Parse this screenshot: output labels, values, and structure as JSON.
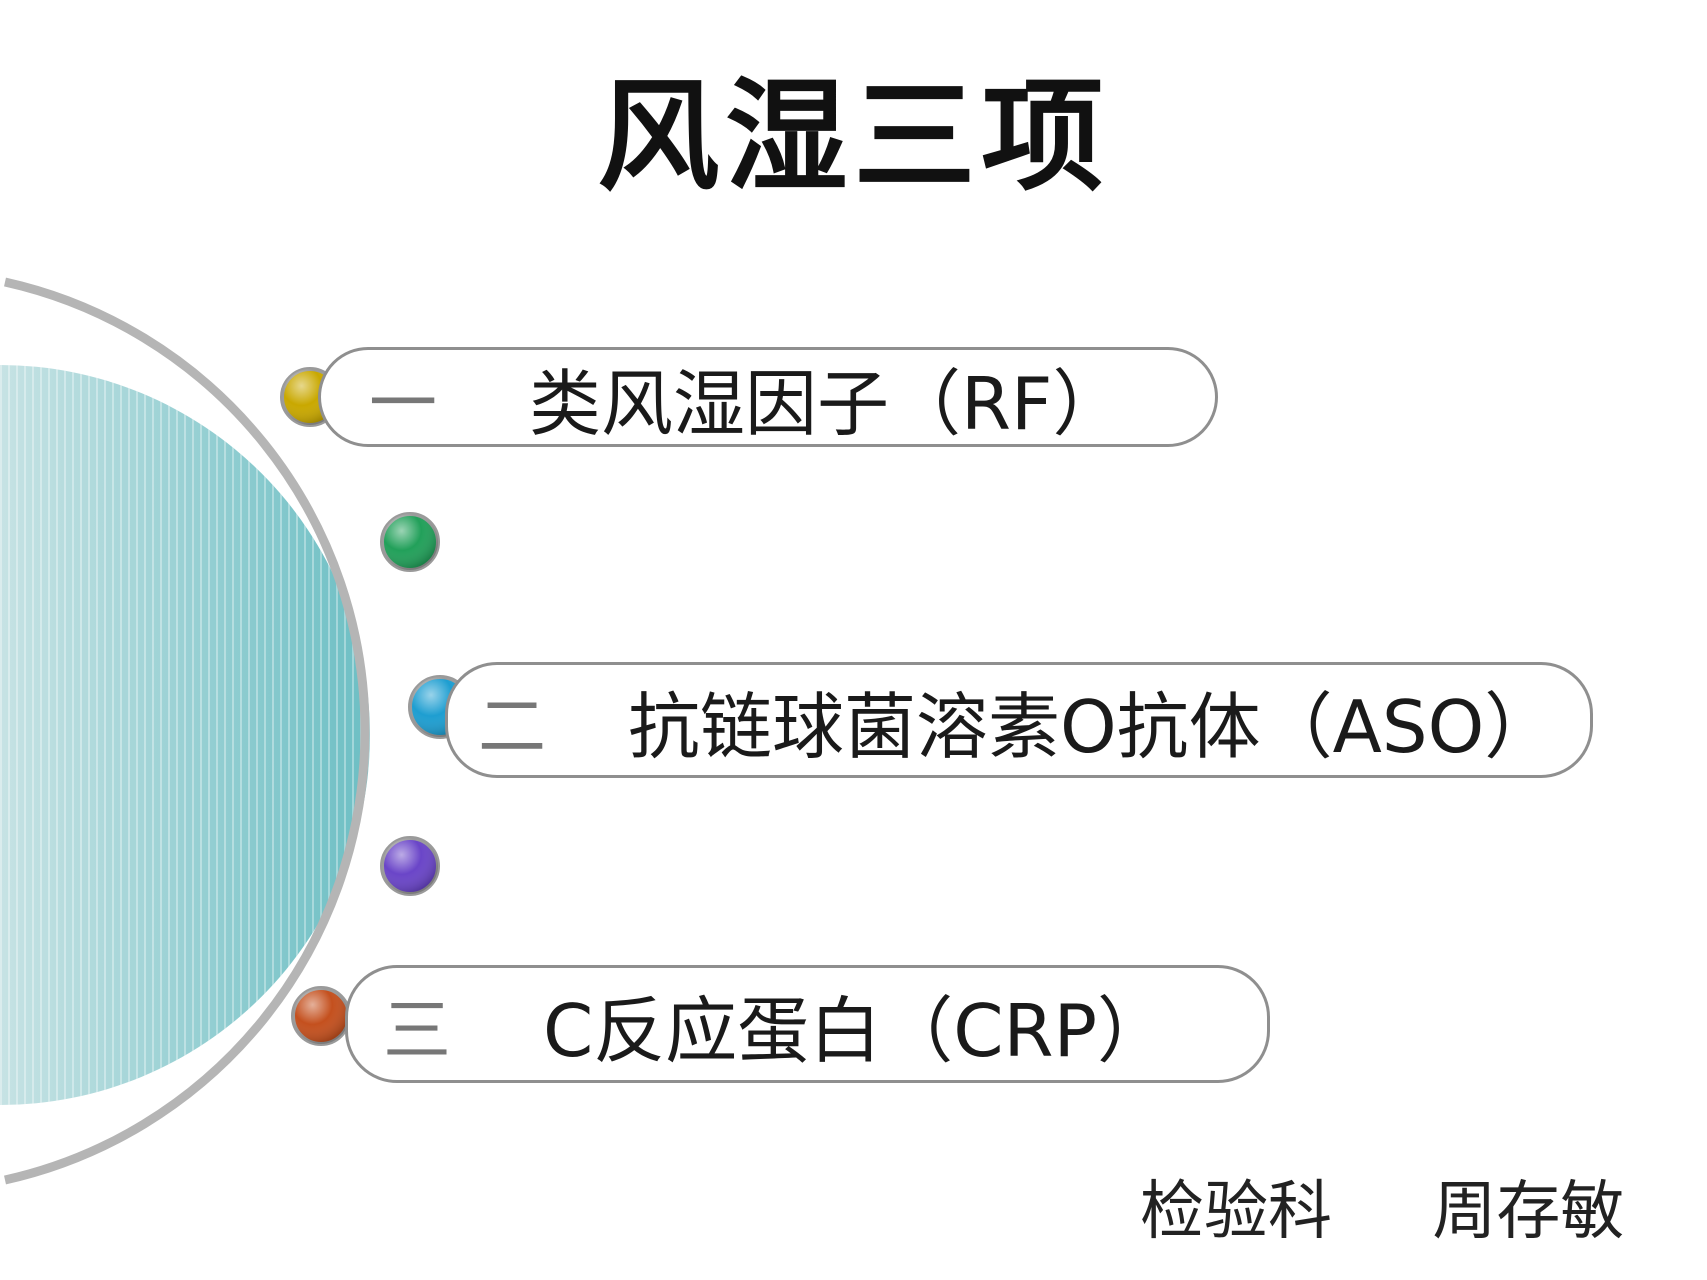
{
  "title": "风湿三项",
  "items": [
    {
      "number": "一",
      "label": "类风湿因子（RF）",
      "dot_color": "#c9a800"
    },
    {
      "number": "二",
      "label": "抗链球菌溶素O抗体（ASO）",
      "dot_color": "#1e9ed1"
    },
    {
      "number": "三",
      "label": "C反应蛋白（CRP）",
      "dot_color": "#c4501e"
    }
  ],
  "decor_dots": [
    {
      "color": "#22a05a"
    },
    {
      "color": "#6a45c8"
    }
  ],
  "author": {
    "department": "检验科",
    "name": "周存敏"
  },
  "colors": {
    "arc": "#b5b5b5",
    "circle_fill": "#6dbfc4",
    "pill_border": "#8f8f8f"
  }
}
